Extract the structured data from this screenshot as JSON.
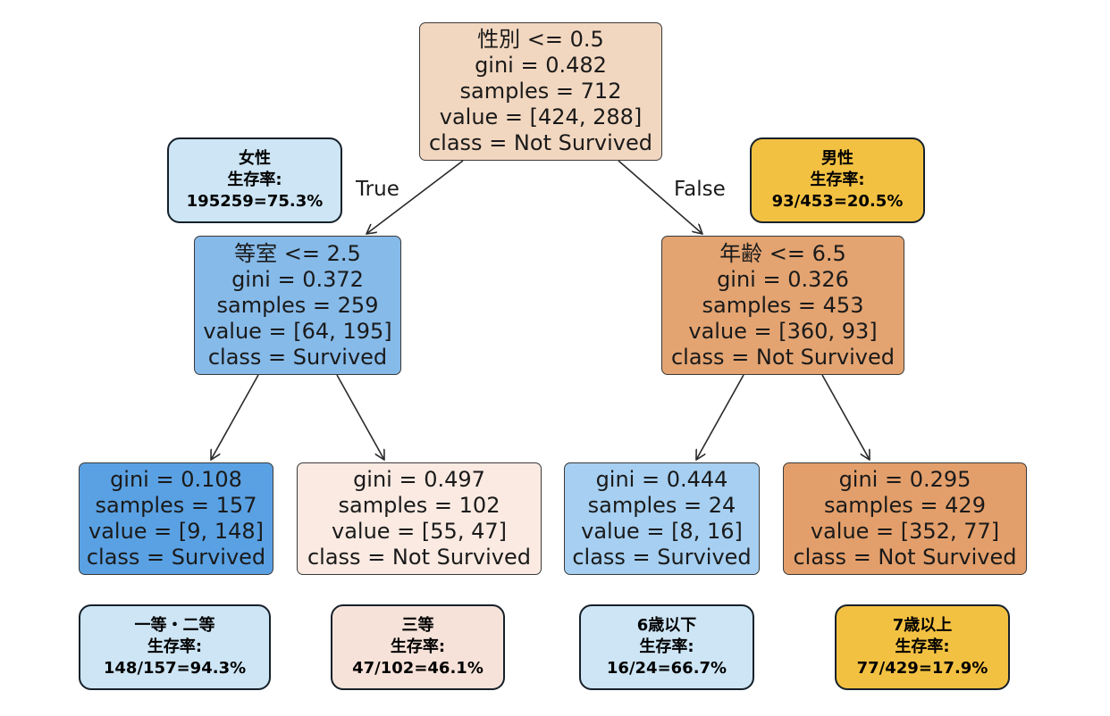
{
  "colors": {
    "root": "#f2d7c0",
    "left_internal": "#86bae9",
    "right_internal": "#e3a472",
    "leaf_1": "#5aa1e3",
    "leaf_2": "#faeae2",
    "leaf_3": "#a6cff1",
    "leaf_4": "#e39f6b",
    "ann_female": "#cde5f4",
    "ann_male": "#f3c142",
    "ann_class12": "#cde5f4",
    "ann_class3": "#f6e2d9",
    "ann_under6": "#cde5f4",
    "ann_over7": "#f3c142",
    "edge": "#2a2a2a"
  },
  "edges": {
    "true_label": "True",
    "false_label": "False"
  },
  "tree": {
    "root": {
      "split": "性別 <= 0.5",
      "gini": "gini = 0.482",
      "samples": "samples = 712",
      "value": "value = [424, 288]",
      "class": "class = Not Survived"
    },
    "left": {
      "split": "等室 <= 2.5",
      "gini": "gini = 0.372",
      "samples": "samples = 259",
      "value": "value = [64, 195]",
      "class": "class = Survived"
    },
    "right": {
      "split": "年齢 <= 6.5",
      "gini": "gini = 0.326",
      "samples": "samples = 453",
      "value": "value = [360, 93]",
      "class": "class = Not Survived"
    },
    "leaves": [
      {
        "gini": "gini = 0.108",
        "samples": "samples = 157",
        "value": "value = [9, 148]",
        "class": "class = Survived"
      },
      {
        "gini": "gini = 0.497",
        "samples": "samples = 102",
        "value": "value = [55, 47]",
        "class": "class = Not Survived"
      },
      {
        "gini": "gini = 0.444",
        "samples": "samples = 24",
        "value": "value = [8, 16]",
        "class": "class = Survived"
      },
      {
        "gini": "gini = 0.295",
        "samples": "samples = 429",
        "value": "value = [352, 77]",
        "class": "class = Not Survived"
      }
    ]
  },
  "annotations": {
    "female": {
      "title": "女性",
      "label": "生存率:",
      "rate": "195259=75.3%"
    },
    "male": {
      "title": "男性",
      "label": "生存率:",
      "rate": "93/453=20.5%"
    },
    "class12": {
      "title": "一等・二等",
      "label": "生存率:",
      "rate": "148/157=94.3%"
    },
    "class3": {
      "title": "三等",
      "label": "生存率:",
      "rate": "47/102=46.1%"
    },
    "under6": {
      "title": "6歳以下",
      "label": "生存率:",
      "rate": "16/24=66.7%"
    },
    "over7": {
      "title": "7歳以上",
      "label": "生存率:",
      "rate": "77/429=17.9%"
    }
  }
}
